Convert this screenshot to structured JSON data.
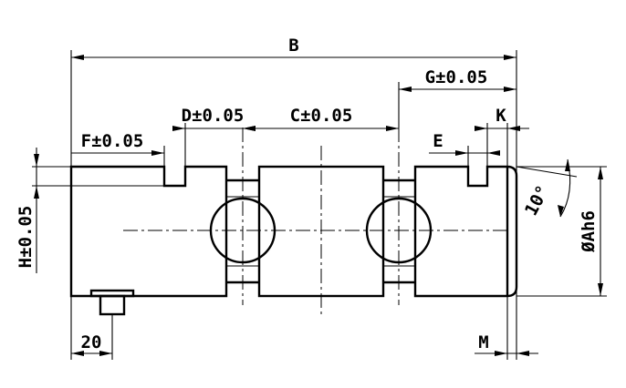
{
  "diagram": {
    "labels": {
      "B": "B",
      "G": "G±0.05",
      "D": "D±0.05",
      "C": "C±0.05",
      "K": "K",
      "F": "F±0.05",
      "E": "E",
      "H": "H±0.05",
      "A": "ØAh6",
      "angle": "10°",
      "size20": "20",
      "M": "M"
    }
  }
}
